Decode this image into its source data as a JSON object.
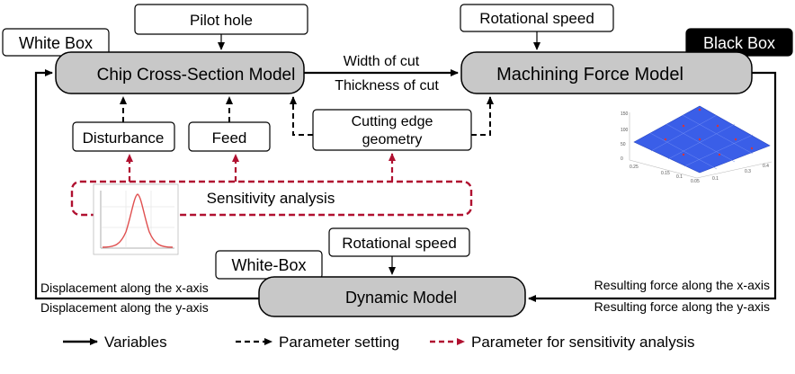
{
  "boxes": {
    "pilot_hole": "Pilot hole",
    "rotational_speed_top": "Rotational speed",
    "white_box_tag": "White Box",
    "chip_model": "Chip Cross-Section Model",
    "machining_model": "Machining Force Model",
    "black_box_tag": "Black Box",
    "disturbance": "Disturbance",
    "feed": "Feed",
    "cutting_edge_line1": "Cutting edge",
    "cutting_edge_line2": "geometry",
    "sensitivity": "Sensitivity analysis",
    "rotational_speed_bottom": "Rotational speed",
    "white_box_tag2": "White-Box",
    "dynamic_model": "Dynamic Model"
  },
  "signals": {
    "width_of_cut": "Width of cut",
    "thickness_of_cut": "Thickness of cut",
    "disp_x": "Displacement along the x-axis",
    "disp_y": "Displacement along the y-axis",
    "force_x": "Resulting force along the x-axis",
    "force_y": "Resulting force along the y-axis"
  },
  "legend": {
    "variables": "Variables",
    "parameter_setting": "Parameter setting",
    "sensitivity_param": "Parameter for sensitivity analysis"
  },
  "colors": {
    "model_fill": "#c8c8c8",
    "black_tag": "#000000",
    "sensitivity_red": "#b01030",
    "surface_blue": "#3a5ee8",
    "gauss_curve": "#e05050"
  }
}
